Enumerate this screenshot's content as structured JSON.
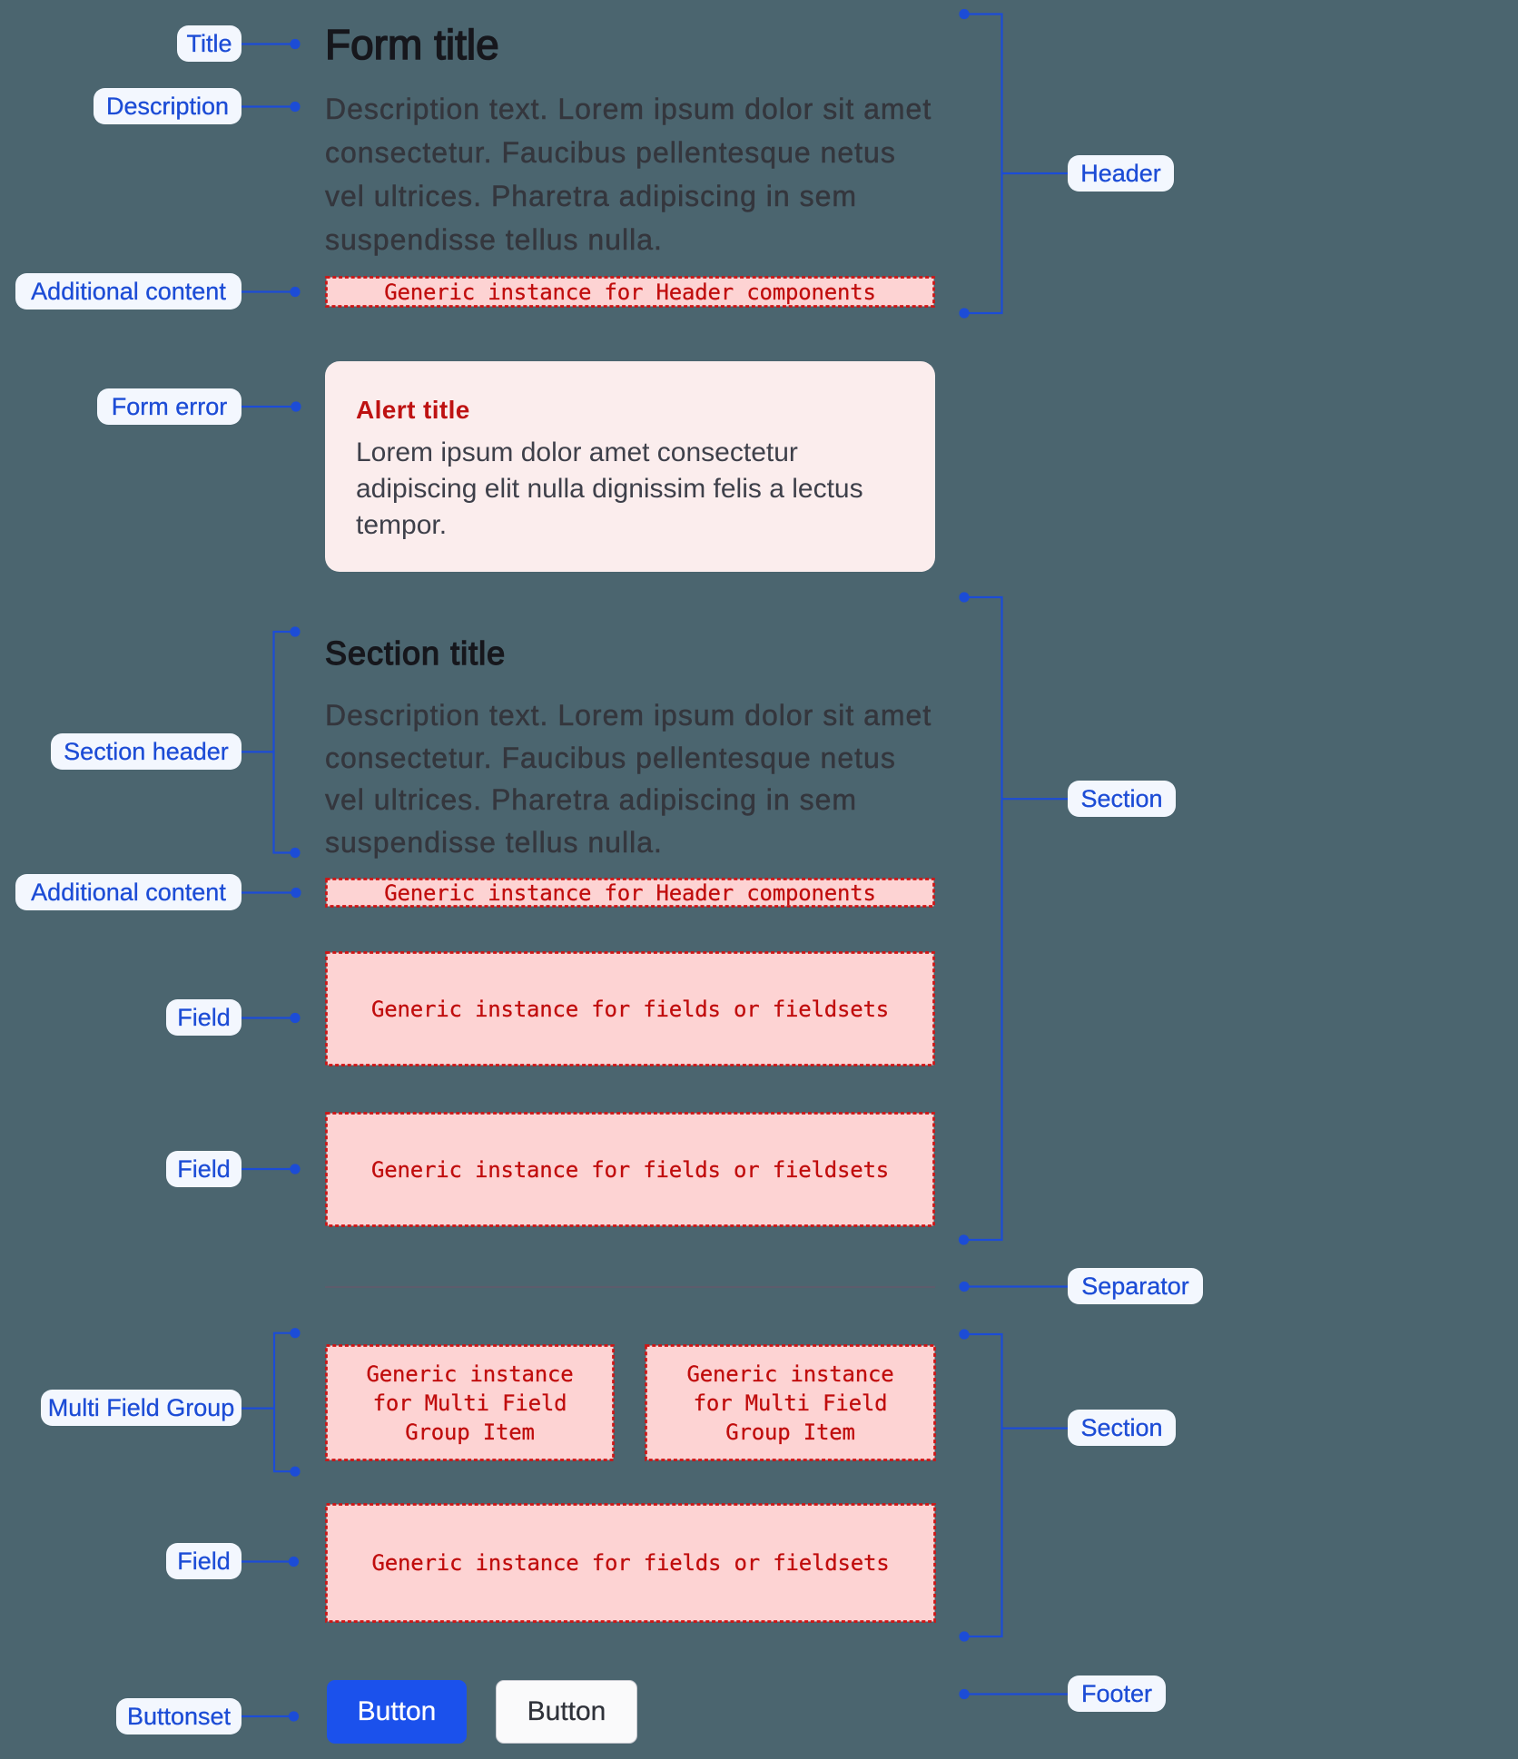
{
  "colors": {
    "background": "#4B656F",
    "annotation_blue": "#1C4CD6",
    "pill_background": "#F3F7FE",
    "slot_pink": "#FDD3D3",
    "slot_border_red": "#D01414",
    "slot_text_red": "#C00D0D",
    "alert_background": "#FBEDED",
    "alert_title_red": "#BE1212",
    "primary_button_blue": "#1C58F0",
    "title_color": "#16171C",
    "description_gray": "#45464F"
  },
  "form": {
    "title": "Form title",
    "description": "Description text. Lorem ipsum dolor sit amet consectetur. Faucibus pellentesque netus vel ultrices. Pharetra adipiscing in sem suspendisse tellus nulla.",
    "header_slot_text": "Generic instance for Header components",
    "alert": {
      "title": "Alert title",
      "body": "Lorem ipsum dolor amet consectetur adipiscing elit nulla dignissim felis a lectus tempor."
    },
    "section": {
      "title": "Section title",
      "description": "Description text. Lorem ipsum dolor sit amet consectetur. Faucibus pellentesque netus vel ultrices. Pharetra adipiscing in sem suspendisse tellus nulla.",
      "slot_text": "Generic instance for Header components",
      "field_slot_text": "Generic instance for fields or fieldsets"
    },
    "section2": {
      "multi_slot_text": "Generic instance for Multi Field Group Item",
      "field_slot_text": "Generic instance for fields or fieldsets"
    },
    "footer": {
      "primary_label": "Button",
      "secondary_label": "Button"
    }
  },
  "annotations": {
    "left": {
      "title": "Title",
      "description": "Description",
      "additional_content_1": "Additional content",
      "form_error": "Form error",
      "section_header": "Section header",
      "additional_content_2": "Additional content",
      "field_1": "Field",
      "field_2": "Field",
      "multi_field_group": "Multi Field Group",
      "field_3": "Field",
      "buttonset": "Buttonset"
    },
    "right": {
      "header": "Header",
      "section_1": "Section",
      "separator": "Separator",
      "section_2": "Section",
      "footer": "Footer"
    }
  }
}
